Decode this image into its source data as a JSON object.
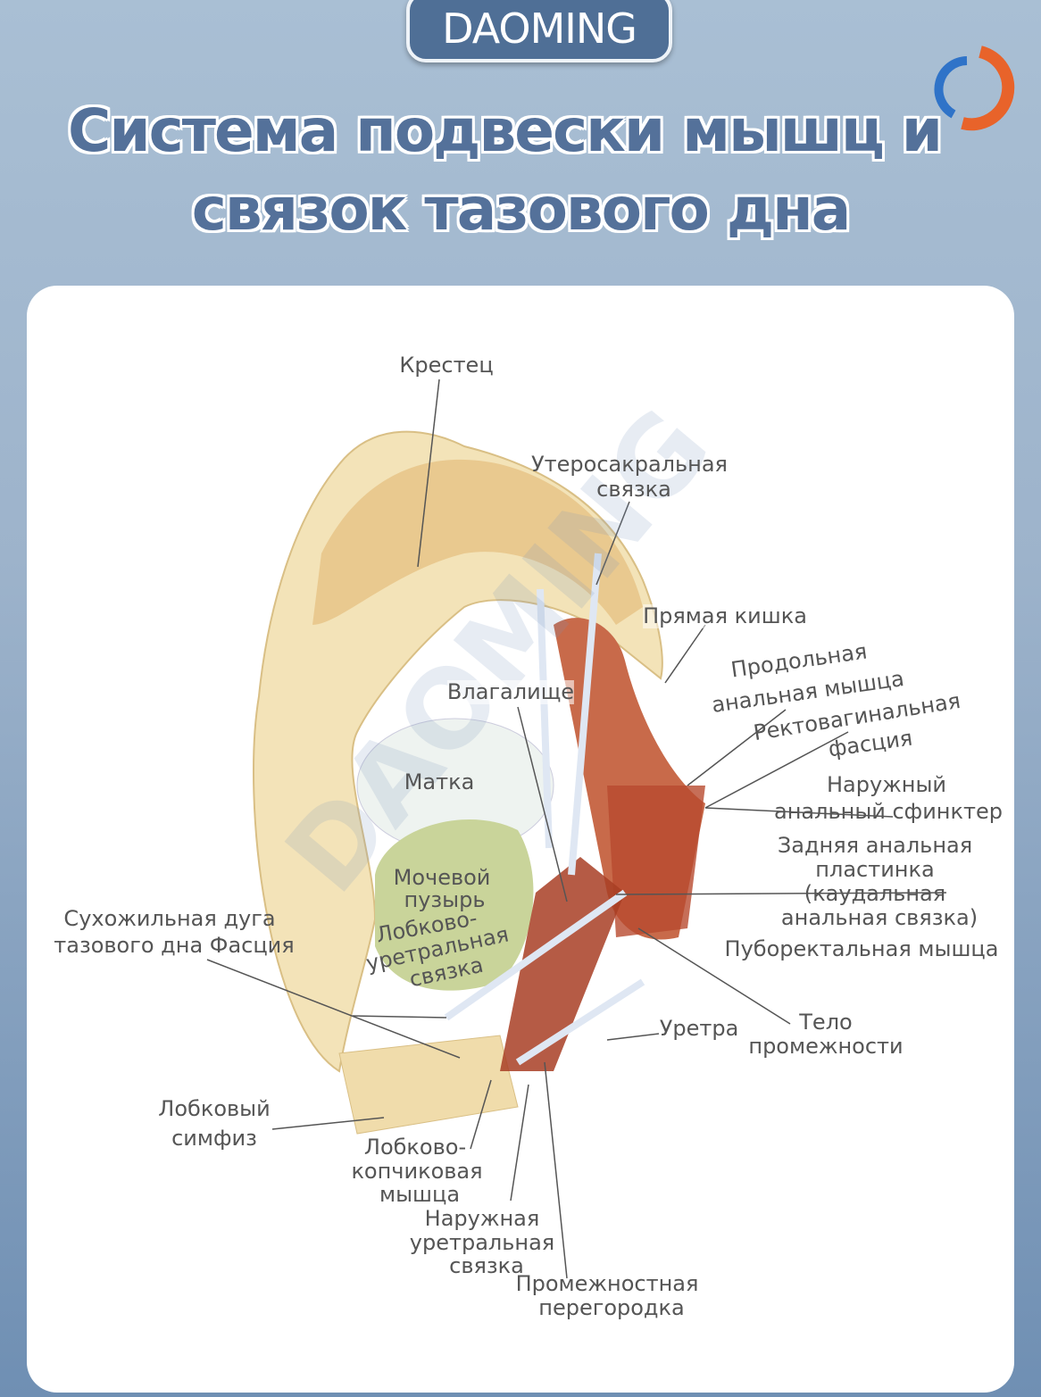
{
  "brand": "DAOMING",
  "title": {
    "line1": "Система подвески мышц и",
    "line2": "связок тазового дна"
  },
  "watermark": "DAOMING",
  "colors": {
    "header": "#54719a",
    "bone": "#f3e3b8",
    "bone_dark": "#e9c98f",
    "muscle": "#b84a2e",
    "uterus": "#eef3f0",
    "bladder": "#c9d49a",
    "ligament": "#dfe7f3"
  },
  "labels": {
    "sacrum": "Крестец",
    "uterosacral": [
      "Утеросакральная",
      "связка"
    ],
    "rectum": "Прямая кишка",
    "longitudinal_anal": [
      "Продольная",
      "анальная мышца"
    ],
    "rectovaginal": [
      "Ректовагинальная",
      "фасция"
    ],
    "external_anal_sphincter": [
      "Наружный",
      "анальный сфинктер"
    ],
    "posterior_anal_plate": [
      "Задняя анальная",
      "пластинка",
      "(каудальная",
      "анальная связка)"
    ],
    "puborectalis": "Пуборектальная мышца",
    "perineal_body": [
      "Тело",
      "промежности"
    ],
    "urethra": "Уретра",
    "vagina": "Влагалище",
    "uterus": "Матка",
    "bladder": [
      "Мочевой",
      "пузырь"
    ],
    "pubourethral": [
      "Лобково-",
      "уретральная",
      "связка"
    ],
    "tendinous_arch": [
      "Сухожильная дуга",
      "тазового дна Фасция"
    ],
    "pubic_symphysis": [
      "Лобковый",
      "симфиз"
    ],
    "pubococcygeus": [
      "Лобково-",
      "копчиковая",
      "мышца"
    ],
    "external_urethral": [
      "Наружная",
      "уретральная",
      "связка"
    ],
    "perineal_septum": [
      "Промежностная",
      "перегородка"
    ]
  }
}
